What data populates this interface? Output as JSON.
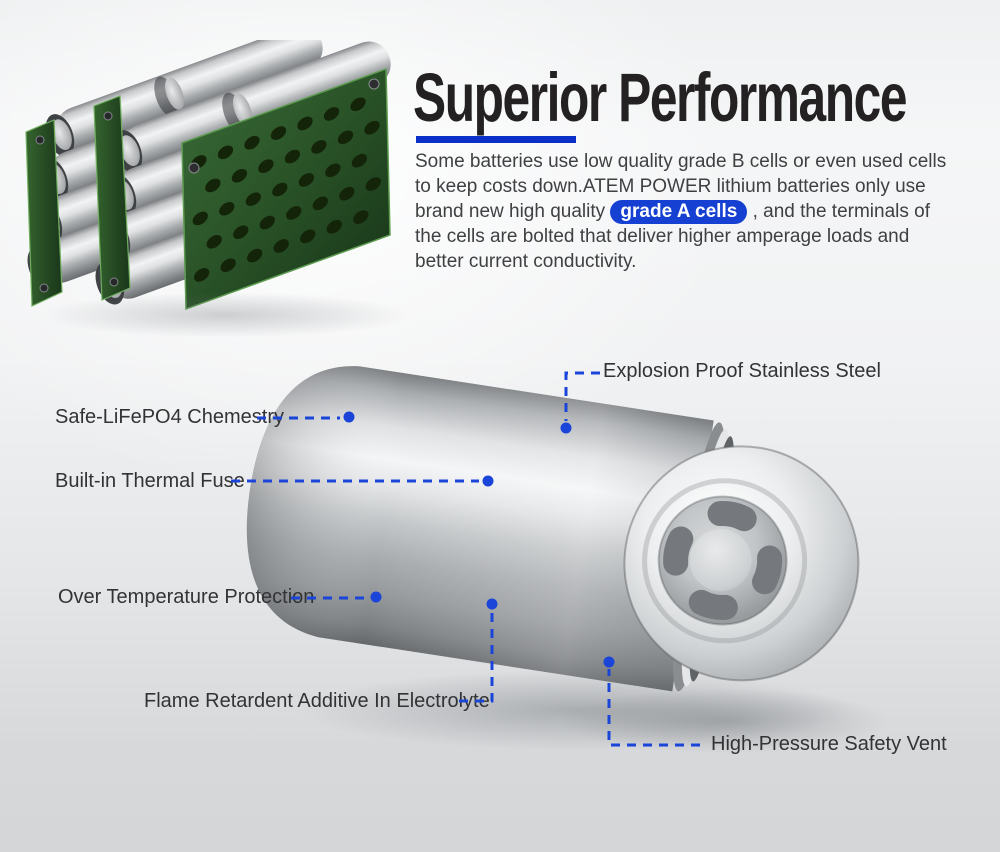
{
  "header": {
    "title": "Superior Performance"
  },
  "intro": {
    "text_before": "Some batteries use low quality grade B cells or even used cells to keep costs down.ATEM POWER lithium batteries only use brand new high quality",
    "highlight": "grade A cells",
    "text_after": ", and the terminals of the cells are bolted that deliver higher amperage loads and better current conductivity."
  },
  "callouts": {
    "explosion_proof": "Explosion Proof Stainless Steel",
    "chemistry": "Safe-LiFePO4 Chemestry",
    "thermal_fuse": "Built-in Thermal Fuse",
    "over_temperature": "Over Temperature Protection",
    "flame_retardant": "Flame Retardent Additive In Electrolyte",
    "safety_vent": "High-Pressure Safety Vent"
  },
  "colors": {
    "accent_blue_dashes": "#1a45d8",
    "title_underline_blue": "#0b30c8",
    "highlight_pill_blue": "#1540d2",
    "heading_text": "#242122",
    "body_text": "#3f4042",
    "label_text": "#323335",
    "pcb_green": "#2b5529"
  },
  "images": {
    "battery_pack": "lithium-battery-pack-3d-render",
    "battery_cell": "cylindrical-lifepo4-cell-3d-render"
  }
}
